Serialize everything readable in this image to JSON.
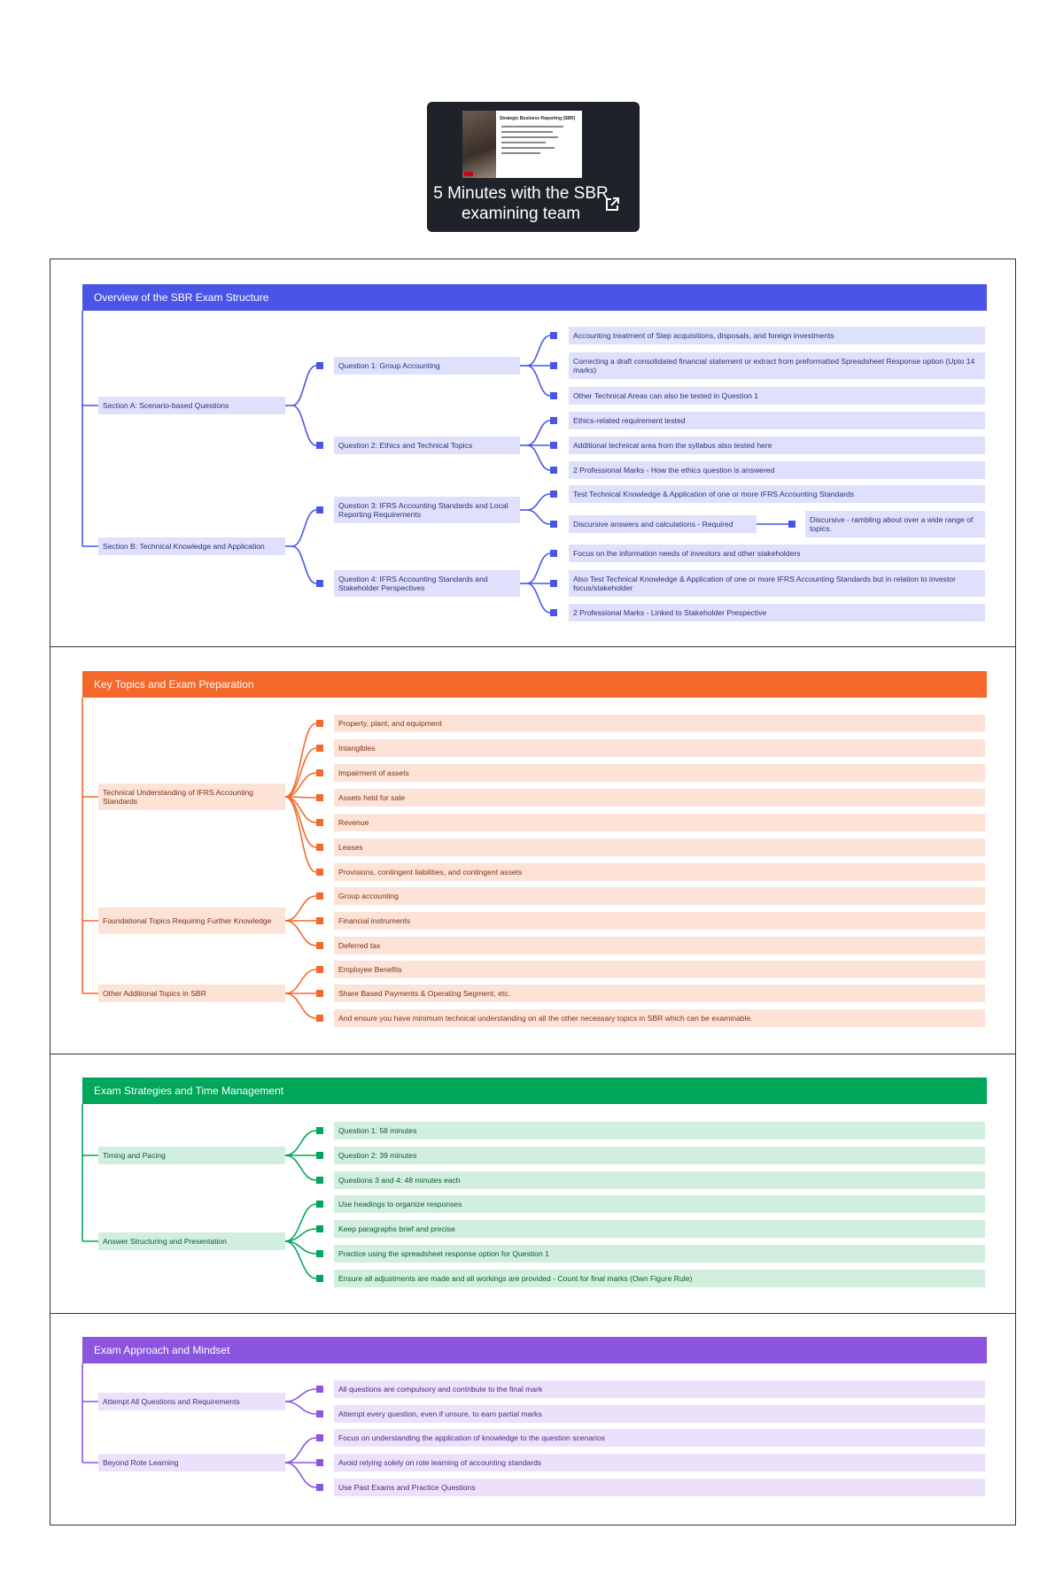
{
  "video": {
    "title": "5 Minutes with the SBR examining team",
    "thumbnail_title": "Strategic Business Reporting (SBR)",
    "link_icon": "external-link-icon"
  },
  "colors": {
    "blue": "#4a55e8",
    "orange": "#f4692b",
    "green": "#00a65a",
    "purple": "#8b55e0"
  },
  "sections": [
    {
      "title": "Overview of the SBR Exam Structure",
      "groups": [
        {
          "label": "Section A: Scenario-based Questions",
          "subs": [
            {
              "label": "Question 1: Group Accounting",
              "items": [
                "Accounting treatment of Step acquisitions, disposals, and foreign investments",
                "Correcting a draft consolidated financial statement or extract from preformatted Spreadsheet Response option (Upto 14 marks)",
                "Other Technical Areas can also be tested in Question 1"
              ]
            },
            {
              "label": "Question 2: Ethics and Technical Topics",
              "items": [
                "Ethics-related requirement tested",
                "Additional technical area from the syllabus also tested here",
                "2 Professional Marks - How the ethics question is answered"
              ]
            }
          ]
        },
        {
          "label": "Section B: Technical Knowledge and Application",
          "subs": [
            {
              "label": "Question 3: IFRS Accounting Standards and Local Reporting Requirements",
              "items": [
                "Test Technical Knowledge & Application of one or more IFRS Accounting Standards",
                "Discursive answers and calculations - Required"
              ],
              "extra": "Discursive - rambling about over a wide range of topics."
            },
            {
              "label": "Question 4: IFRS Accounting Standards and Stakeholder Perspectives",
              "items": [
                "Focus on the information needs of investors and other stakeholders",
                "Also Test Technical Knowledge & Application of one or more IFRS Accounting Standards but in relation to investor focus/stakeholder",
                "2 Professional Marks - Linked to Stakeholder Prespective"
              ]
            }
          ]
        }
      ]
    },
    {
      "title": "Key Topics and Exam Preparation",
      "groups": [
        {
          "label": "Technical Understanding of IFRS Accounting Standards",
          "items": [
            "Property, plant, and equipment",
            "Intangibles",
            "Impairment of assets",
            "Assets held for sale",
            "Revenue",
            "Leases",
            "Provisions, contingent liabilities, and contingent assets"
          ]
        },
        {
          "label": "Foundational Topics Requiring Further Knowledge",
          "items": [
            "Group accounting",
            "Financial instruments",
            "Deferred tax"
          ]
        },
        {
          "label": "Other Additional Topics in SBR",
          "items": [
            "Employee Benefits",
            "Share Based Payments & Operating Segment, etc.",
            "And ensure you have minimum technical understanding on all the other necessary topics in SBR which can be examinable."
          ]
        }
      ]
    },
    {
      "title": "Exam Strategies and Time Management",
      "groups": [
        {
          "label": "Timing and Pacing",
          "items": [
            "Question 1: 58 minutes",
            "Question 2: 39 minutes",
            "Questions 3 and 4: 48 minutes each"
          ]
        },
        {
          "label": "Answer Structuring and Presentation",
          "items": [
            "Use headings to organize responses",
            "Keep paragraphs brief and precise",
            "Practice using the spreadsheet response option for Question 1",
            "Ensure all adjustments are made and all workings are provided - Count for final marks  (Own Figure Rule)"
          ]
        }
      ]
    },
    {
      "title": "Exam Approach and Mindset",
      "groups": [
        {
          "label": "Attempt All Questions and Requirements",
          "items": [
            "All questions are compulsory and contribute to the final mark",
            "Attempt every question, even if unsure, to earn partial marks"
          ]
        },
        {
          "label": "Beyond Rote Learning",
          "items": [
            "Focus on understanding the application of knowledge to the question scenarios",
            "Avoid relying solely on rote learning of accounting standards",
            "Use Past Exams and Practice Questions"
          ]
        }
      ]
    }
  ]
}
